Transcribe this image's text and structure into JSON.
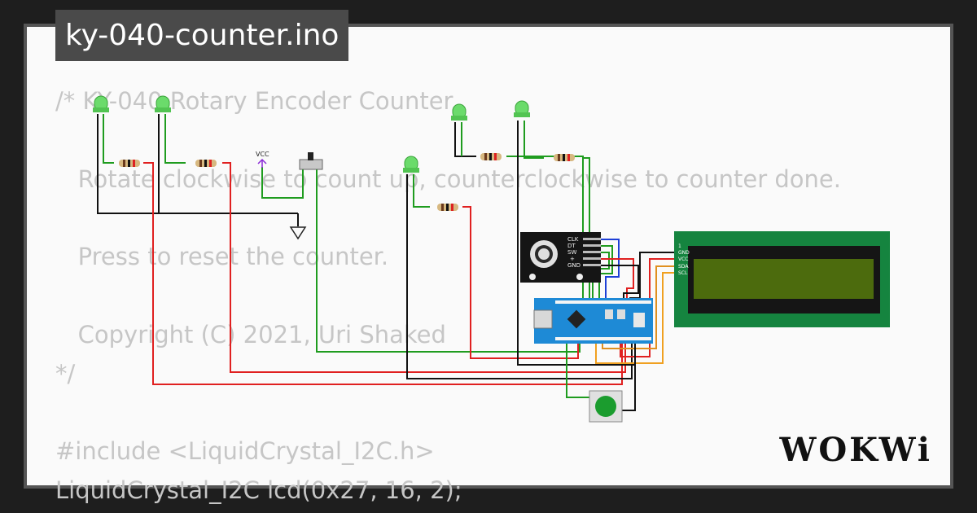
{
  "title": "ky-040-counter.ino",
  "code_lines": [
    "/* KY-040 Rotary Encoder Counter",
    "",
    "   Rotate clockwise to count up, counterclockwise to counter done.",
    "",
    "   Press to reset the counter.",
    "",
    "   Copyright (C) 2021, Uri Shaked",
    "*/",
    "",
    "#include <LiquidCrystal_I2C.h>",
    "LiquidCrystal_I2C lcd(0x27, 16, 2);"
  ],
  "circuit": {
    "vcc_label": "VCC",
    "encoder_pins": [
      "CLK",
      "DT",
      "SW",
      "+",
      "GND"
    ],
    "lcd_pins": [
      "1",
      "GND",
      "VCC",
      "SDA",
      "SCL"
    ]
  },
  "brand": "WOKWi",
  "colors": {
    "led": "#5cd65c",
    "board": "#1e8ad6",
    "lcd_frame": "#15843f",
    "lcd_screen": "#4c6b0d",
    "button": "#1b9c2e",
    "wire_red": "#e02020",
    "wire_green": "#1f9c1f",
    "wire_black": "#111111",
    "wire_blue": "#1d3fd6",
    "wire_orange": "#f0a020"
  }
}
